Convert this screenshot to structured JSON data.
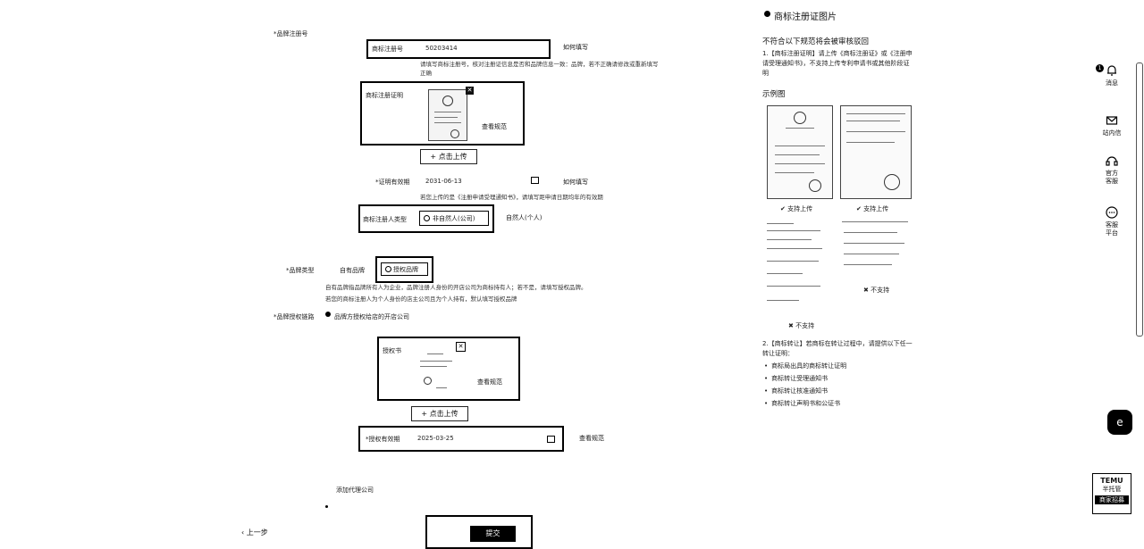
{
  "form": {
    "trademark_no_label": "商标注册号",
    "trademark_no_value": "50203414",
    "how_to_fill_1": "如何填写",
    "trademark_hint_1": "请填写商标注册号，核对注册证信息是否和品牌信息一致：品牌，若不正确请修改或重新填写",
    "trademark_hint_2": "正确",
    "cert_label": "商标注册证明",
    "view_spec_1": "查看规范",
    "upload_button_1": "+ 点击上传",
    "cert_valid_label": "证明有效期",
    "cert_valid_value": "2031-06-13",
    "how_to_fill_2": "如何填写",
    "cert_valid_hint": "若您上传的是《注册申请受理通知书》，请填写距申请日期均年的有效期",
    "registrant_type_label": "商标注册人类型",
    "registrant_option_selected": "非自然人(公司)",
    "registrant_option_other": "自然人(个人)",
    "brand_type_label": "品牌类型",
    "brand_type_option_own": "自有品牌",
    "brand_type_option_authorized": "授权品牌",
    "brand_type_hint_1": "自有品牌指品牌所有人为企业，品牌注册人身份的开店公司为商标持有人；若不是，请填写授权品牌。",
    "brand_type_hint_2": "若您的商标注册人为个人身份的店主公司且为个人持有，默认填写授权品牌",
    "brand_auth_label": "品牌授权链路",
    "brand_auth_option": "品牌方授权给店的开店公司",
    "auth_doc_label": "授权书",
    "view_spec_2": "查看规范",
    "upload_button_2": "+ 点击上传",
    "auth_valid_label": "授权有效期",
    "auth_valid_value": "2025-03-25",
    "view_spec_3": "查看规范",
    "add_agent_company": "添加代理公司",
    "prev_step": "上一步",
    "submit_button": "提交"
  },
  "right_panel": {
    "title": "商标注册证图片",
    "subtitle": "不符合以下规范将会被审核驳回",
    "rule_1": "1.【商标注册证明】请上传《商标注册证》或《注册申请受理通知书》，不支持上传专利申请书或其他阶段证明",
    "example_title": "示例图",
    "support_1": "支持上传",
    "support_2": "支持上传",
    "not_support_1": "不支持",
    "not_support_2": "不支持",
    "rule_2": "2.【商标转让】若商标在转让过程中，请提供以下任一转让证明：",
    "bullets": [
      "商标局出具的商标转让证明",
      "商标转让受理通知书",
      "商标转让核准通知书",
      "商标转让声明书和公证书"
    ]
  },
  "sidebar": {
    "items": [
      {
        "label": "消息",
        "icon": "bell-icon",
        "badge": "1"
      },
      {
        "label": "站内信",
        "icon": "mail-icon"
      },
      {
        "label": "官方客服",
        "icon": "headset-icon"
      },
      {
        "label": "客服平台",
        "icon": "chat-icon"
      }
    ],
    "promo_title": "TEMU",
    "promo_sub": "半托管",
    "promo_cta": "商家招募"
  }
}
